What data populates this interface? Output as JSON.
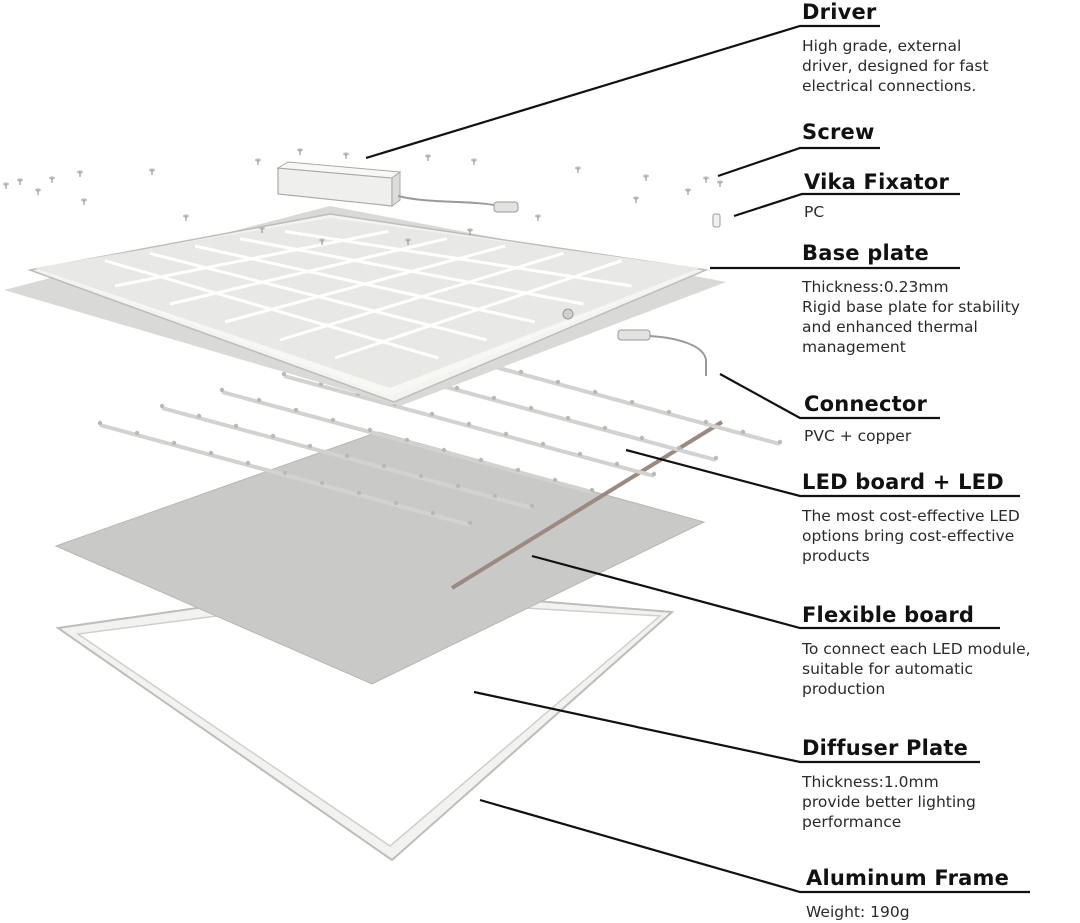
{
  "components": [
    {
      "key": "driver",
      "title": "Driver",
      "lines": [
        "High grade, external",
        "driver, designed for fast",
        "electrical connections."
      ]
    },
    {
      "key": "screw",
      "title": "Screw",
      "lines": []
    },
    {
      "key": "vika",
      "title": "Vika Fixator",
      "lines": [
        "PC"
      ]
    },
    {
      "key": "base",
      "title": "Base plate",
      "lines": [
        "Thickness:0.23mm",
        "Rigid base plate for stability",
        "and enhanced thermal",
        "management"
      ]
    },
    {
      "key": "connector",
      "title": "Connector",
      "lines": [
        "PVC + copper"
      ]
    },
    {
      "key": "led",
      "title": "LED board + LED",
      "lines": [
        "The most cost-effective LED",
        "options bring cost-effective",
        "products"
      ]
    },
    {
      "key": "flex",
      "title": "Flexible board",
      "lines": [
        "To connect each LED module,",
        "suitable for automatic",
        "production"
      ]
    },
    {
      "key": "diffuser",
      "title": "Diffuser Plate",
      "lines": [
        "Thickness:1.0mm",
        "provide better lighting",
        "performance"
      ]
    },
    {
      "key": "frame",
      "title": "Aluminum Frame",
      "lines": [
        "Weight: 190g"
      ]
    }
  ],
  "colors": {
    "line": "#111111",
    "panel": "#ececea",
    "panel_edge": "#c8c8c6",
    "board": "#c9c9c7",
    "strip": "#d8d8d6",
    "frame": "#e4e4e2"
  }
}
